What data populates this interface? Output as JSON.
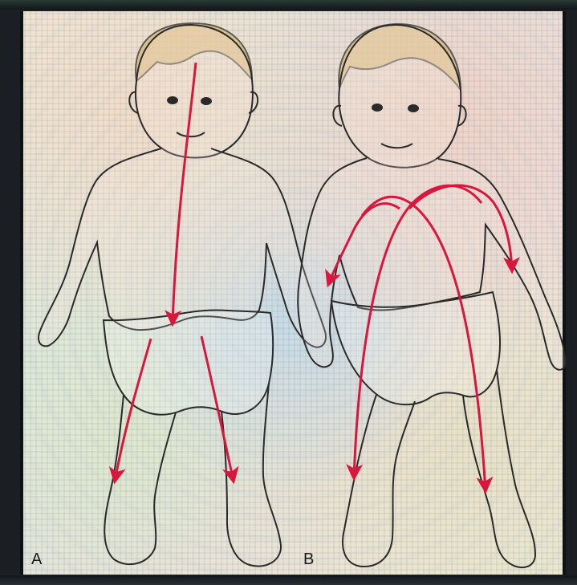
{
  "labels": {
    "a": "A",
    "b": "B"
  },
  "colors": {
    "outline": "#2a2a2a",
    "arrow": "#d9163d",
    "hair": "#d8b879",
    "skin_shadow": "#e8c7b5"
  },
  "icons": {
    "figure_a": "baby-figure",
    "figure_b": "baby-figure",
    "arrow": "curved-arrow"
  }
}
